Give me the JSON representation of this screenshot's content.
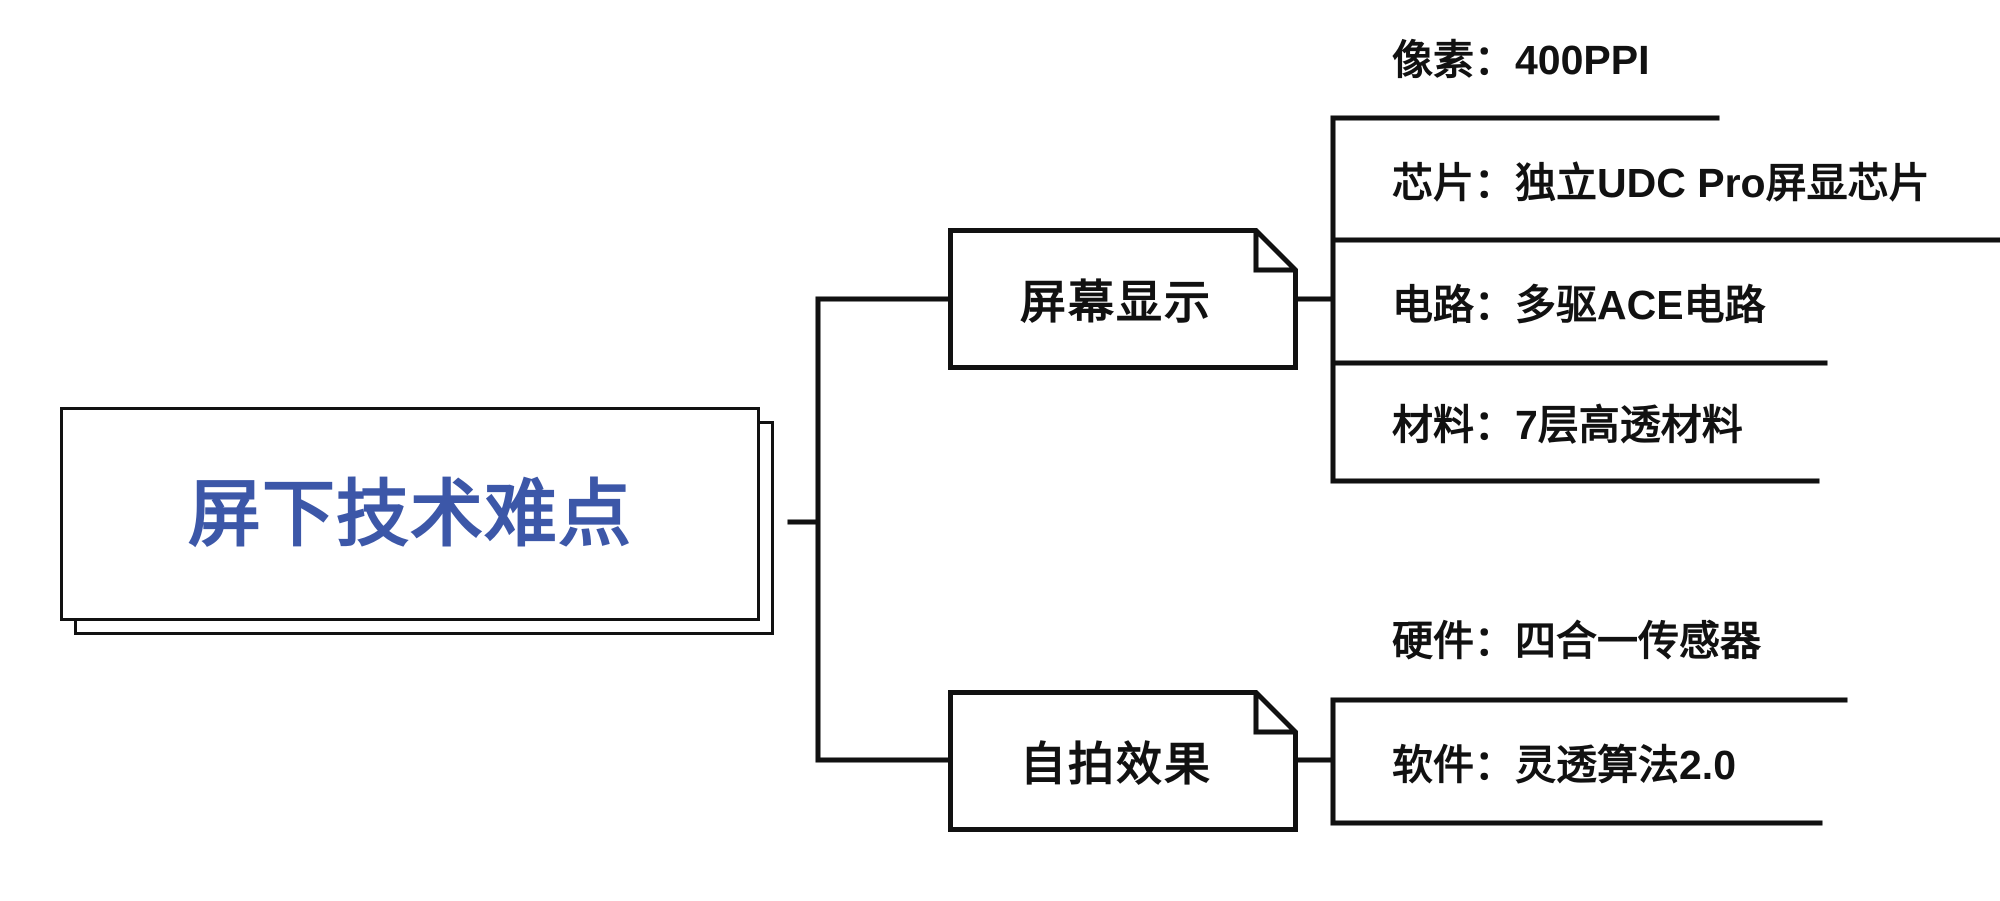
{
  "diagram": {
    "type": "mindmap",
    "title": "屏下技术难点",
    "root": {
      "label": "屏下技术难点",
      "color": "#3c57a8",
      "style": "double-box-shadow"
    },
    "branches": [
      {
        "id": "screen-display",
        "label": "屏幕显示",
        "style": "folded-corner-box",
        "children": [
          {
            "id": "pixel",
            "key": "像素",
            "sep": "：",
            "value": "400PPI",
            "value_weight": "light"
          },
          {
            "id": "chip",
            "key": "芯片",
            "sep": "：",
            "value": "独立UDC Pro屏显芯片",
            "value_weight": "bold"
          },
          {
            "id": "circuit",
            "key": "电路",
            "sep": "：",
            "value": "多驱ACE电路",
            "value_weight": "bold"
          },
          {
            "id": "material",
            "key": "材料",
            "sep": "：",
            "value": "7层高透材料",
            "value_weight": "bold"
          }
        ]
      },
      {
        "id": "selfie-effect",
        "label": "自拍效果",
        "style": "folded-corner-box",
        "children": [
          {
            "id": "hardware",
            "key": "硬件",
            "sep": "：",
            "value": "四合一传感器",
            "value_weight": "bold"
          },
          {
            "id": "software",
            "key": "软件",
            "sep": "：",
            "value": "灵透算法2.0",
            "value_weight": "light"
          }
        ]
      }
    ],
    "colors": {
      "accent": "#3c57a8",
      "line": "#111111",
      "text": "#111111",
      "background": "#ffffff"
    }
  },
  "leaves": {
    "pixel": {
      "text": "像素：400PPI"
    },
    "chip": {
      "text": "芯片：独立UDC Pro屏显芯片"
    },
    "circuit": {
      "text": "电路：多驱ACE电路"
    },
    "material": {
      "text": "材料：7层高透材料"
    },
    "hardware": {
      "text": "硬件：四合一传感器"
    },
    "software": {
      "text": "软件：灵透算法2.0"
    }
  }
}
